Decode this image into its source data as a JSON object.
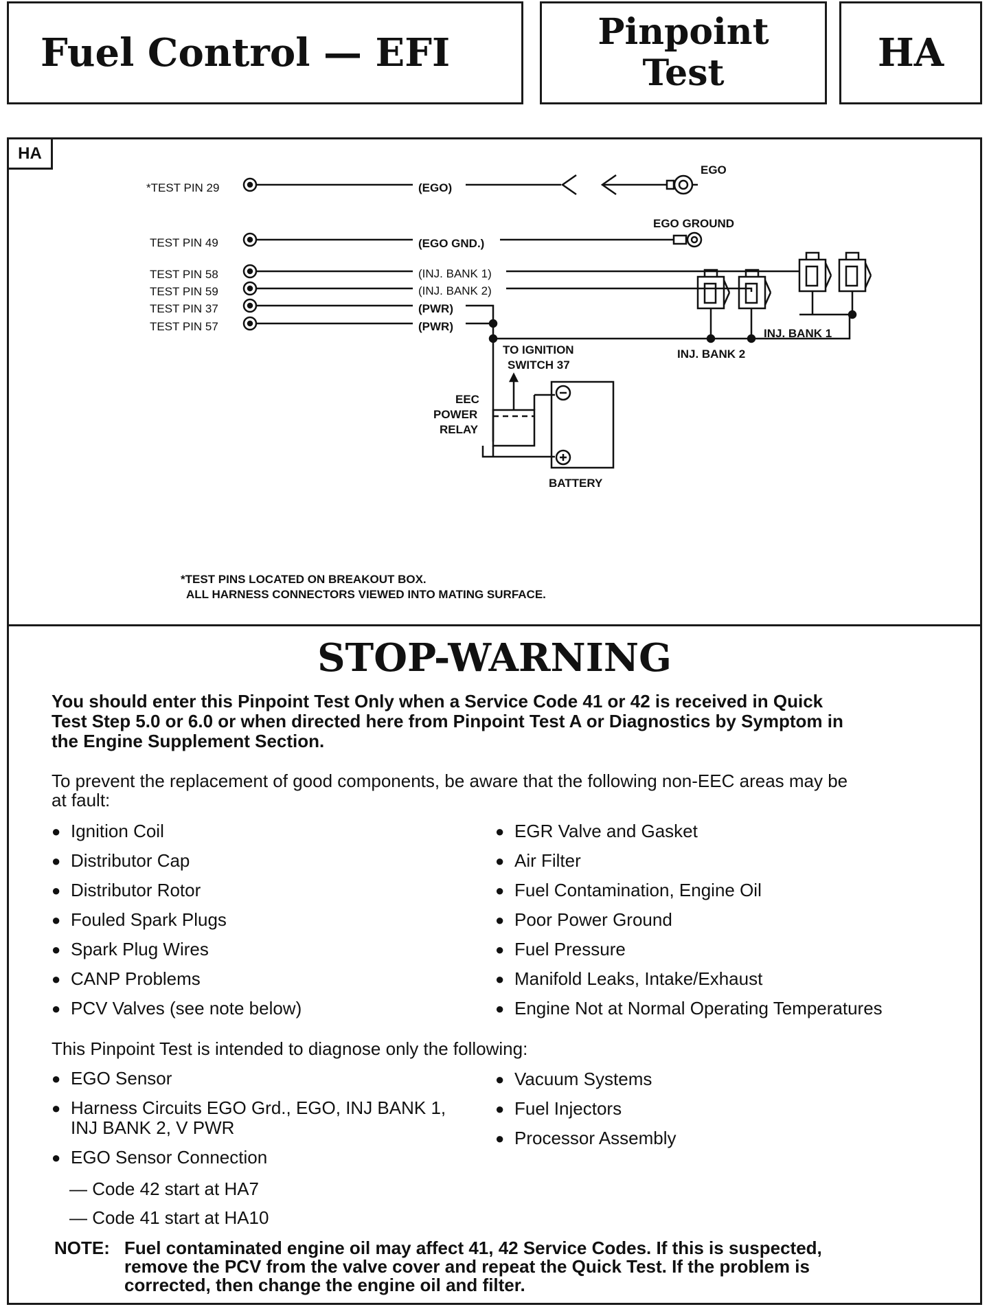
{
  "header": {
    "title": "Fuel Control — EFI",
    "pinpoint_line1": "Pinpoint",
    "pinpoint_line2": "Test",
    "code": "HA"
  },
  "diagram": {
    "tag": "HA",
    "pins": [
      {
        "label": "*TEST PIN 29",
        "signal": "(EGO)"
      },
      {
        "label": "TEST PIN 49",
        "signal": "(EGO GND.)"
      },
      {
        "label": "TEST PIN 58",
        "signal": "(INJ. BANK 1)"
      },
      {
        "label": "TEST PIN 59",
        "signal": "(INJ. BANK 2)"
      },
      {
        "label": "TEST PIN 37",
        "signal": "(PWR)"
      },
      {
        "label": "TEST PIN 57",
        "signal": "(PWR)"
      }
    ],
    "ego": "EGO",
    "ego_ground": "EGO GROUND",
    "inj_bank_1": "INJ. BANK 1",
    "inj_bank_2": "INJ. BANK 2",
    "ignition_line1": "TO IGNITION",
    "ignition_line2": "SWITCH 37",
    "relay_line1": "EEC",
    "relay_line2": "POWER",
    "relay_line3": "RELAY",
    "battery": "BATTERY",
    "footnote_line1": "*TEST PINS LOCATED ON BREAKOUT BOX.",
    "footnote_line2": "ALL HARNESS CONNECTORS VIEWED INTO MATING SURFACE."
  },
  "warning": {
    "title": "STOP-WARNING",
    "intro_lines": [
      "You should enter this Pinpoint Test Only when a Service Code 41 or 42 is received in Quick",
      "Test Step 5.0 or 6.0 or when directed here from Pinpoint Test A or Diagnostics by Symptom in",
      "the Engine Supplement Section."
    ],
    "prevent_lines": [
      "To prevent the replacement of good components, be aware that the following non-EEC areas may be",
      "at fault:"
    ],
    "non_eec_left": [
      "Ignition Coil",
      "Distributor Cap",
      "Distributor Rotor",
      "Fouled Spark Plugs",
      "Spark Plug Wires",
      "CANP Problems",
      "PCV Valves (see note below)"
    ],
    "non_eec_right": [
      "EGR Valve and Gasket",
      "Air Filter",
      "Fuel Contamination, Engine Oil",
      "Poor Power Ground",
      "Fuel Pressure",
      "Manifold Leaks, Intake/Exhaust",
      "Engine Not at Normal Operating Temperatures"
    ],
    "diagnose_intro": "This Pinpoint Test is intended to diagnose only the following:",
    "diag_left": [
      {
        "lines": [
          "EGO Sensor"
        ]
      },
      {
        "lines": [
          "Harness Circuits EGO Grd., EGO, INJ BANK 1,",
          "INJ BANK 2, V PWR"
        ]
      },
      {
        "lines": [
          "EGO Sensor Connection"
        ]
      }
    ],
    "diag_sub": [
      "— Code 42 start at HA7",
      "— Code 41 start at HA10"
    ],
    "diag_right": [
      "Vacuum Systems",
      "Fuel Injectors",
      "Processor Assembly"
    ],
    "note_label": "NOTE:",
    "note_lines": [
      "Fuel contaminated engine oil may affect 41, 42 Service Codes. If this is suspected,",
      "remove the PCV from the valve cover and repeat the Quick Test. If the problem is",
      "corrected, then change the engine oil and filter."
    ]
  }
}
